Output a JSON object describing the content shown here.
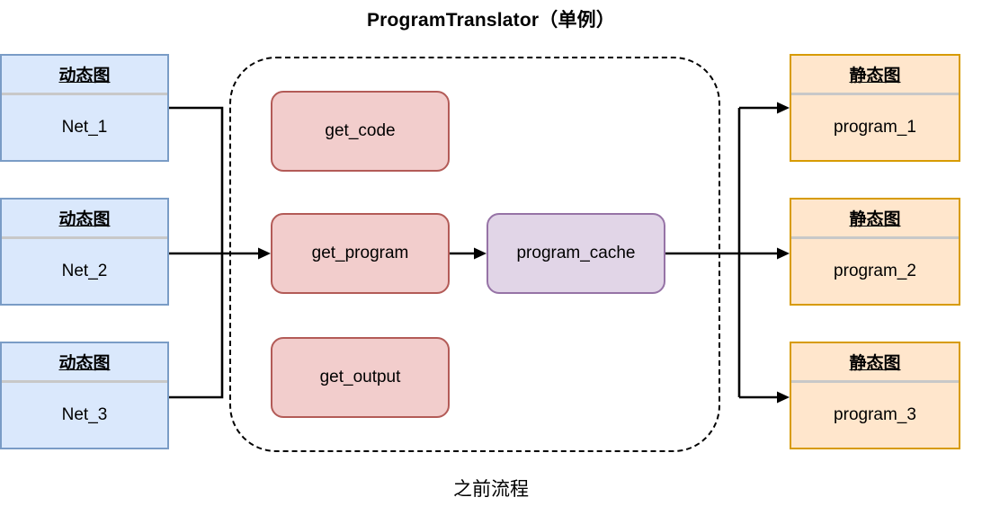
{
  "title": "ProgramTranslator（单例）",
  "caption": "之前流程",
  "colors": {
    "blue_fill": "#dae8fc",
    "blue_border": "#7a9cc6",
    "orange_fill": "#ffe6cc",
    "orange_border": "#d79b00",
    "red_fill": "#f2cdcc",
    "red_border": "#b35b57",
    "purple_fill": "#e1d5e7",
    "purple_border": "#9673a6",
    "connector": "#000000",
    "container_border": "#000000",
    "divider": "#c8c8c8"
  },
  "inputs": {
    "group_label": "动态图",
    "items": [
      {
        "header": "动态图",
        "value": "Net_1"
      },
      {
        "header": "动态图",
        "value": "Net_2"
      },
      {
        "header": "动态图",
        "value": "Net_3"
      }
    ]
  },
  "outputs": {
    "group_label": "静态图",
    "items": [
      {
        "header": "静态图",
        "value": "program_1"
      },
      {
        "header": "静态图",
        "value": "program_2"
      },
      {
        "header": "静态图",
        "value": "program_3"
      }
    ]
  },
  "translator": {
    "container_label": "ProgramTranslator（单例）",
    "nodes": [
      {
        "id": "get_code",
        "label": "get_code",
        "kind": "method"
      },
      {
        "id": "get_program",
        "label": "get_program",
        "kind": "method"
      },
      {
        "id": "program_cache",
        "label": "program_cache",
        "kind": "cache"
      },
      {
        "id": "get_output",
        "label": "get_output",
        "kind": "method"
      }
    ]
  },
  "edges": [
    {
      "from": "Net_1",
      "to": "get_program"
    },
    {
      "from": "Net_2",
      "to": "get_program"
    },
    {
      "from": "Net_3",
      "to": "get_program"
    },
    {
      "from": "get_program",
      "to": "program_cache"
    },
    {
      "from": "program_cache",
      "to": "program_1"
    },
    {
      "from": "program_cache",
      "to": "program_2"
    },
    {
      "from": "program_cache",
      "to": "program_3"
    }
  ]
}
